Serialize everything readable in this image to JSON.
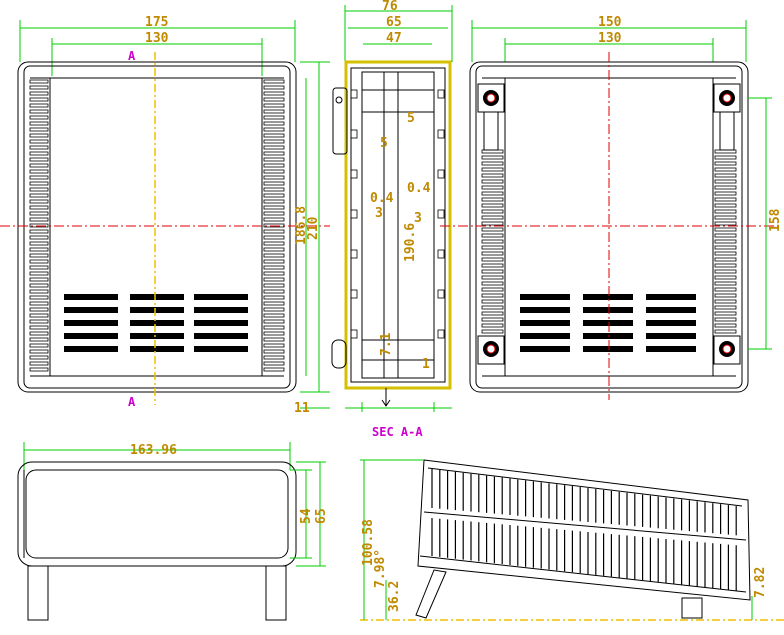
{
  "front_view": {
    "width_outer": "175",
    "width_inner": "130",
    "section_mark": "A"
  },
  "side_dims": {
    "height_total": "210",
    "height_inner": "186.8",
    "foot": "11"
  },
  "section": {
    "width_outer": "76",
    "width_mid": "65",
    "width_inner": "47",
    "rib_5a": "5",
    "rib_5b": "5",
    "wall_04a": "0.4",
    "wall_04b": "0.4",
    "slot_3a": "3",
    "slot_3b": "3",
    "inner_height": "190.6",
    "bottom_71": "7.1",
    "bottom_1": "1",
    "title": "SEC A-A"
  },
  "rear_view": {
    "width_outer": "150",
    "width_inner": "130",
    "height": "158"
  },
  "top_view": {
    "width": "163.96",
    "h_inner": "54",
    "h_outer": "65"
  },
  "tilt_view": {
    "height": "100.58",
    "angle": "7.98°",
    "foot_h": "36.2",
    "offset": "7.82"
  },
  "colors": {
    "dimension": "#00cc00",
    "text": "#c08a00",
    "center": "#e00000",
    "section": "#cc00cc"
  }
}
